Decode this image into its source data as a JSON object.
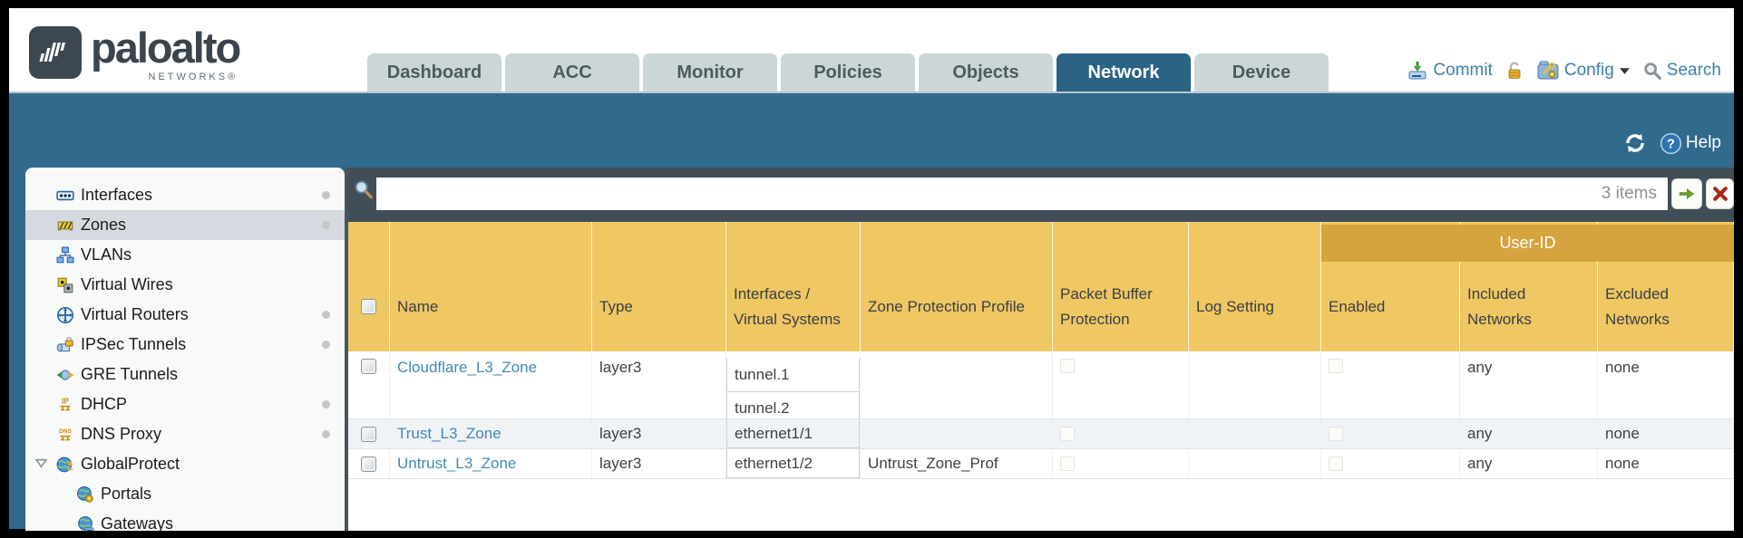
{
  "brand": {
    "name": "paloalto",
    "subtitle": "NETWORKS®"
  },
  "nav": {
    "tabs": [
      {
        "label": "Dashboard",
        "active": false
      },
      {
        "label": "ACC",
        "active": false
      },
      {
        "label": "Monitor",
        "active": false
      },
      {
        "label": "Policies",
        "active": false
      },
      {
        "label": "Objects",
        "active": false
      },
      {
        "label": "Network",
        "active": true
      },
      {
        "label": "Device",
        "active": false
      }
    ]
  },
  "utilities": {
    "commit_label": "Commit",
    "config_label": "Config",
    "search_label": "Search"
  },
  "toolbar": {
    "help_label": "Help"
  },
  "sidebar": {
    "items": [
      {
        "label": "Interfaces",
        "icon": "interfaces-icon",
        "dot": true,
        "selected": false,
        "indent": 0,
        "expander": false
      },
      {
        "label": "Zones",
        "icon": "zones-icon",
        "dot": true,
        "selected": true,
        "indent": 0,
        "expander": false
      },
      {
        "label": "VLANs",
        "icon": "vlans-icon",
        "dot": false,
        "selected": false,
        "indent": 0,
        "expander": false
      },
      {
        "label": "Virtual Wires",
        "icon": "virtual-wires-icon",
        "dot": false,
        "selected": false,
        "indent": 0,
        "expander": false
      },
      {
        "label": "Virtual Routers",
        "icon": "virtual-routers-icon",
        "dot": true,
        "selected": false,
        "indent": 0,
        "expander": false
      },
      {
        "label": "IPSec Tunnels",
        "icon": "ipsec-tunnels-icon",
        "dot": true,
        "selected": false,
        "indent": 0,
        "expander": false
      },
      {
        "label": "GRE Tunnels",
        "icon": "gre-tunnels-icon",
        "dot": false,
        "selected": false,
        "indent": 0,
        "expander": false
      },
      {
        "label": "DHCP",
        "icon": "dhcp-icon",
        "dot": true,
        "selected": false,
        "indent": 0,
        "expander": false
      },
      {
        "label": "DNS Proxy",
        "icon": "dns-proxy-icon",
        "dot": true,
        "selected": false,
        "indent": 0,
        "expander": false
      },
      {
        "label": "GlobalProtect",
        "icon": "globalprotect-icon",
        "dot": false,
        "selected": false,
        "indent": 0,
        "expander": true
      },
      {
        "label": "Portals",
        "icon": "portals-icon",
        "dot": false,
        "selected": false,
        "indent": 1,
        "expander": false
      },
      {
        "label": "Gateways",
        "icon": "gateways-icon",
        "dot": false,
        "selected": false,
        "indent": 1,
        "expander": false
      }
    ]
  },
  "filterbar": {
    "count_label": "3 items"
  },
  "table": {
    "group_header": {
      "label": "User-ID"
    },
    "columns": [
      "Name",
      "Type",
      "Interfaces / Virtual Systems",
      "Zone Protection Profile",
      "Packet Buffer Protection",
      "Log Setting",
      "Enabled",
      "Included Networks",
      "Excluded Networks"
    ],
    "rows": [
      {
        "name": "Cloudflare_L3_Zone",
        "type": "layer3",
        "interfaces": [
          "tunnel.1",
          "tunnel.2"
        ],
        "zone_protection_profile": "",
        "packet_buffer_protection": false,
        "log_setting": "",
        "enabled": false,
        "included_networks": "any",
        "excluded_networks": "none",
        "alt": false
      },
      {
        "name": "Trust_L3_Zone",
        "type": "layer3",
        "interfaces": [
          "ethernet1/1"
        ],
        "zone_protection_profile": "",
        "packet_buffer_protection": false,
        "log_setting": "",
        "enabled": false,
        "included_networks": "any",
        "excluded_networks": "none",
        "alt": true
      },
      {
        "name": "Untrust_L3_Zone",
        "type": "layer3",
        "interfaces": [
          "ethernet1/2"
        ],
        "zone_protection_profile": "Untrust_Zone_Prof",
        "packet_buffer_protection": false,
        "log_setting": "",
        "enabled": false,
        "included_networks": "any",
        "excluded_networks": "none",
        "alt": false
      }
    ]
  },
  "colors": {
    "teal": "#316a8c",
    "teal_dark": "#2b6385",
    "slate": "#414e59",
    "amber": "#efc763",
    "amber_dark": "#d5a43e",
    "link": "#3b7fad"
  }
}
